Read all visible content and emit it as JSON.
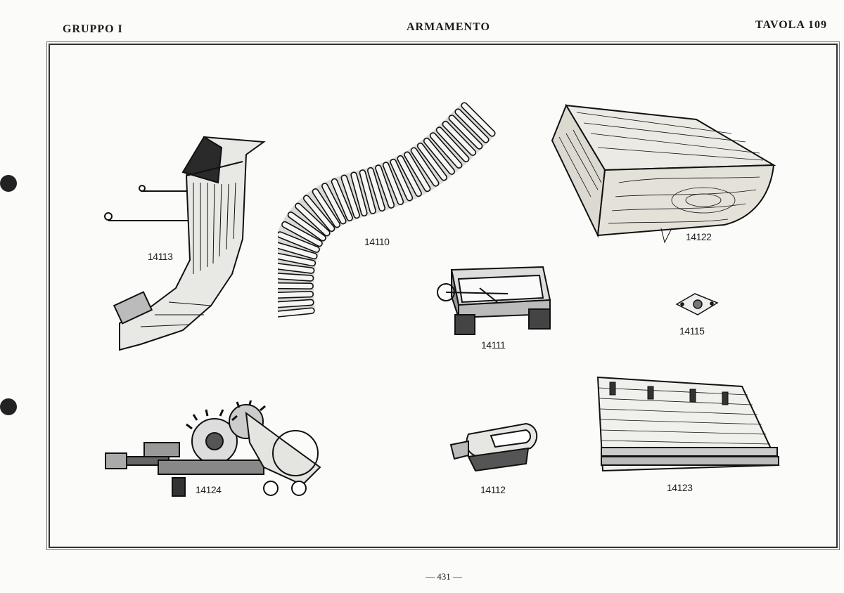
{
  "header": {
    "left": "GRUPPO I",
    "center": "ARMAMENTO",
    "right": "TAVOLA 109"
  },
  "figures": {
    "f14113": "14113",
    "f14110": "14110",
    "f14122": "14122",
    "f14111": "14111",
    "f14115": "14115",
    "f14124": "14124",
    "f14112": "14112",
    "f14123": "14123"
  },
  "footer": {
    "page": "— 431 —"
  }
}
